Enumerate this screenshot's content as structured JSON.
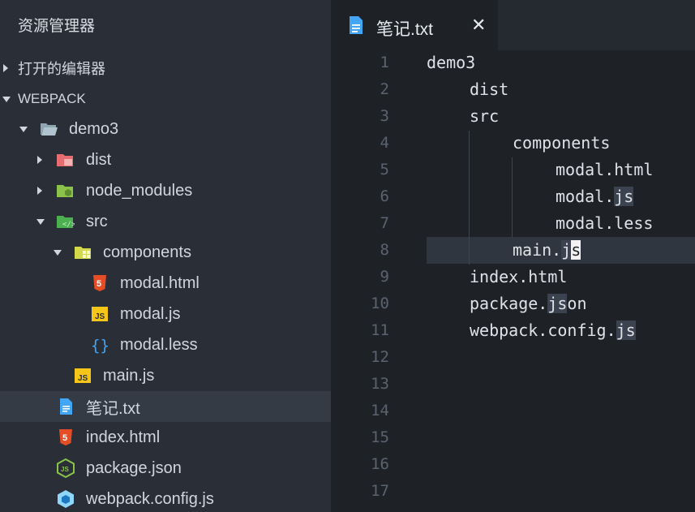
{
  "sidebar": {
    "title": "资源管理器",
    "open_editors_label": "打开的编辑器",
    "project_label": "WEBPACK",
    "tree": [
      {
        "label": "demo3",
        "icon": "folder-open-icon"
      },
      {
        "label": "dist",
        "icon": "folder-dist-icon"
      },
      {
        "label": "node_modules",
        "icon": "folder-node-icon"
      },
      {
        "label": "src",
        "icon": "folder-src-icon"
      },
      {
        "label": "components",
        "icon": "folder-components-icon"
      },
      {
        "label": "modal.html",
        "icon": "html5-icon"
      },
      {
        "label": "modal.js",
        "icon": "js-icon"
      },
      {
        "label": "modal.less",
        "icon": "braces-icon"
      },
      {
        "label": "main.js",
        "icon": "js-icon"
      },
      {
        "label": "笔记.txt",
        "icon": "document-icon"
      },
      {
        "label": "index.html",
        "icon": "html5-icon"
      },
      {
        "label": "package.json",
        "icon": "nodejs-icon"
      },
      {
        "label": "webpack.config.js",
        "icon": "webpack-icon"
      }
    ]
  },
  "editor": {
    "tab_label": "笔记.txt",
    "tab_close": "✕",
    "line_numbers": [
      "1",
      "2",
      "3",
      "4",
      "5",
      "6",
      "7",
      "8",
      "9",
      "10",
      "11",
      "12",
      "13",
      "14",
      "15",
      "16",
      "17"
    ],
    "lines": [
      {
        "pre": "demo3"
      },
      {
        "pre": "dist"
      },
      {
        "pre": "src"
      },
      {
        "pre": "components"
      },
      {
        "pre": "modal.html"
      },
      {
        "pre": "modal.",
        "hl": "js"
      },
      {
        "pre": "modal.less"
      },
      {
        "pre": "main.",
        "hl": "j",
        "cur": "s"
      },
      {
        "pre": "index.html"
      },
      {
        "pre": "package.",
        "hl": "js",
        "post": "on"
      },
      {
        "pre": "webpack.config.",
        "hl": "js"
      }
    ]
  },
  "colors": {
    "sidebar_bg": "#2a2f37",
    "editor_bg": "#1e2227",
    "selection_bg": "#353b45",
    "html_orange": "#e44d26",
    "js_yellow": "#f5c518",
    "folder_red": "#e76c6f",
    "folder_green": "#8bc34a",
    "doc_blue": "#42a5f5"
  }
}
